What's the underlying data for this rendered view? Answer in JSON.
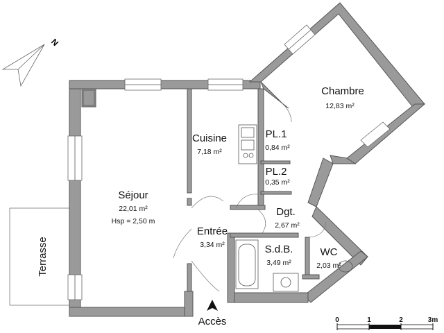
{
  "compass": {
    "label": "N",
    "icon": "north-arrow-icon"
  },
  "rooms": {
    "sejour": {
      "name": "Séjour",
      "area": "22,01 m²",
      "height": "Hsp = 2,50 m"
    },
    "cuisine": {
      "name": "Cuisine",
      "area": "7,18 m²"
    },
    "pl1": {
      "name": "PL.1",
      "area": "0,84 m²"
    },
    "pl2": {
      "name": "PL.2",
      "area": "0,35 m²"
    },
    "chambre": {
      "name": "Chambre",
      "area": "12,83 m²"
    },
    "dgt": {
      "name": "Dgt.",
      "area": "2,67 m²"
    },
    "entree": {
      "name": "Entrée",
      "area": "3,34 m²"
    },
    "sdb": {
      "name": "S.d.B.",
      "area": "3,49 m²"
    },
    "wc": {
      "name": "WC",
      "area": "2,03 m²"
    },
    "terrasse": {
      "name": "Terrasse"
    }
  },
  "entrance": {
    "label": "Accès",
    "icon": "entrance-arrow-icon"
  },
  "scale": {
    "ticks": [
      "0",
      "1",
      "2",
      "3m"
    ]
  },
  "colors": {
    "wall": "#9a9a9a",
    "background": "#ffffff"
  }
}
